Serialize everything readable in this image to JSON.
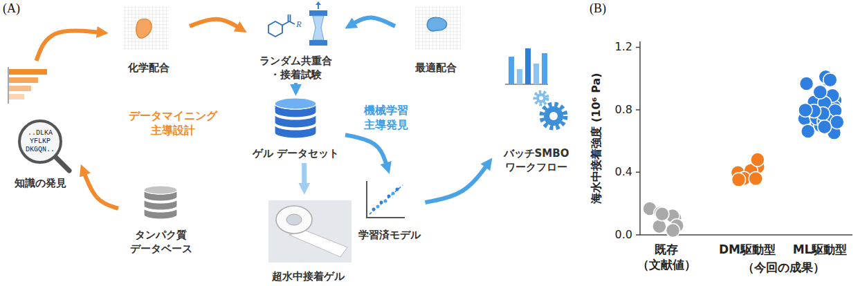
{
  "diagram": {
    "nodes": [
      {
        "text": [
          "化学配合"
        ]
      },
      {
        "text": [
          "ランダム共重合 ・接着試験"
        ]
      },
      {
        "text": [
          "最適配合"
        ]
      },
      {
        "text": [
          "知識の発見"
        ]
      },
      {
        "text": [
          "ゲル データセット"
        ]
      },
      {
        "text": [
          "バッチSMBO ワークフロー"
        ]
      },
      {
        "text": [
          "タンパク質 データベース"
        ]
      },
      {
        "text": [
          "超水中接着ゲル"
        ]
      },
      {
        "text": [
          "学習済モデル"
        ]
      }
    ],
    "edges": [
      {
        "from": 3,
        "to": 0,
        "arrow": "to"
      },
      {
        "from": 0,
        "to": 1,
        "arrow": "to"
      },
      {
        "from": 2,
        "to": 1,
        "arrow": "to"
      },
      {
        "from": 1,
        "to": 4,
        "arrow": "to"
      },
      {
        "from": 4,
        "to": 8,
        "arrow": "to"
      },
      {
        "from": 8,
        "to": 5,
        "arrow": "to"
      },
      {
        "from": 6,
        "to": 3,
        "arrow": "to"
      },
      {
        "from": 4,
        "to": 7,
        "arrow": "to"
      }
    ],
    "labels": [
      "(A)",
      "(B)",
      "R",
      "..DLKA YFLKP DKGQN..",
      "データマイニング 主導設計",
      "機械学習 主導発見",
      "1.2",
      "0.8",
      "0.4",
      "0.0",
      "海水中接着強度 (10⁶ Pa)",
      "既存 （文献値）",
      "DM駆動型",
      "ML駆動型",
      "（今回の成果）"
    ]
  }
}
